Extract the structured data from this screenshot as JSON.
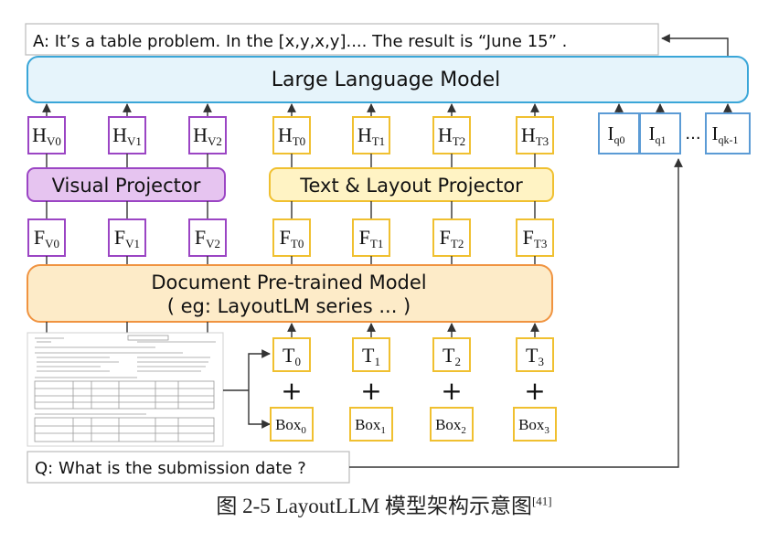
{
  "answer_text": "A: It’s a table problem. In the [x,y,x,y].... The result is  “June 15”  .",
  "llm_label": "Large Language Model",
  "visual_projector_label": "Visual Projector",
  "text_layout_projector_label": "Text & Layout Projector",
  "doc_model_label_line1": "Document Pre-trained Model",
  "doc_model_label_line2": "( eg: LayoutLM series ... )",
  "question_text": "Q: What is the submission date ?",
  "plus_sign": "+",
  "ellipsis": "...",
  "h_visual": [
    {
      "base": "H",
      "sub": "V0"
    },
    {
      "base": "H",
      "sub": "V1"
    },
    {
      "base": "H",
      "sub": "V2"
    }
  ],
  "h_text": [
    {
      "base": "H",
      "sub": "T0"
    },
    {
      "base": "H",
      "sub": "T1"
    },
    {
      "base": "H",
      "sub": "T2"
    },
    {
      "base": "H",
      "sub": "T3"
    }
  ],
  "query_tokens": [
    {
      "base": "I",
      "sub": "q0"
    },
    {
      "base": "I",
      "sub": "q1"
    },
    {
      "base": "I",
      "sub": "qk-1"
    }
  ],
  "f_visual": [
    {
      "base": "F",
      "sub": "V0"
    },
    {
      "base": "F",
      "sub": "V1"
    },
    {
      "base": "F",
      "sub": "V2"
    }
  ],
  "f_text": [
    {
      "base": "F",
      "sub": "T0"
    },
    {
      "base": "F",
      "sub": "T1"
    },
    {
      "base": "F",
      "sub": "T2"
    },
    {
      "base": "F",
      "sub": "T3"
    }
  ],
  "text_tokens": [
    {
      "base": "T",
      "sub": "0"
    },
    {
      "base": "T",
      "sub": "1"
    },
    {
      "base": "T",
      "sub": "2"
    },
    {
      "base": "T",
      "sub": "3"
    }
  ],
  "box_tokens": [
    {
      "base": "Box",
      "sub": "0"
    },
    {
      "base": "Box",
      "sub": "1"
    },
    {
      "base": "Box",
      "sub": "2"
    },
    {
      "base": "Box",
      "sub": "3"
    }
  ],
  "caption": {
    "main": "图 2-5  LayoutLLM 模型架构示意图",
    "ref": "[41]"
  },
  "colors": {
    "llm_fill": "#e6f4fb",
    "llm_stroke": "#3aa6d8",
    "purple_fill": "#e6c4f0",
    "purple_stroke": "#9b45c4",
    "yellow_fill": "#fff3c4",
    "yellow_stroke": "#f0c030",
    "orange_fill": "#fdebc8",
    "orange_stroke": "#f09340",
    "blue_token_stroke": "#5b9bd5"
  }
}
